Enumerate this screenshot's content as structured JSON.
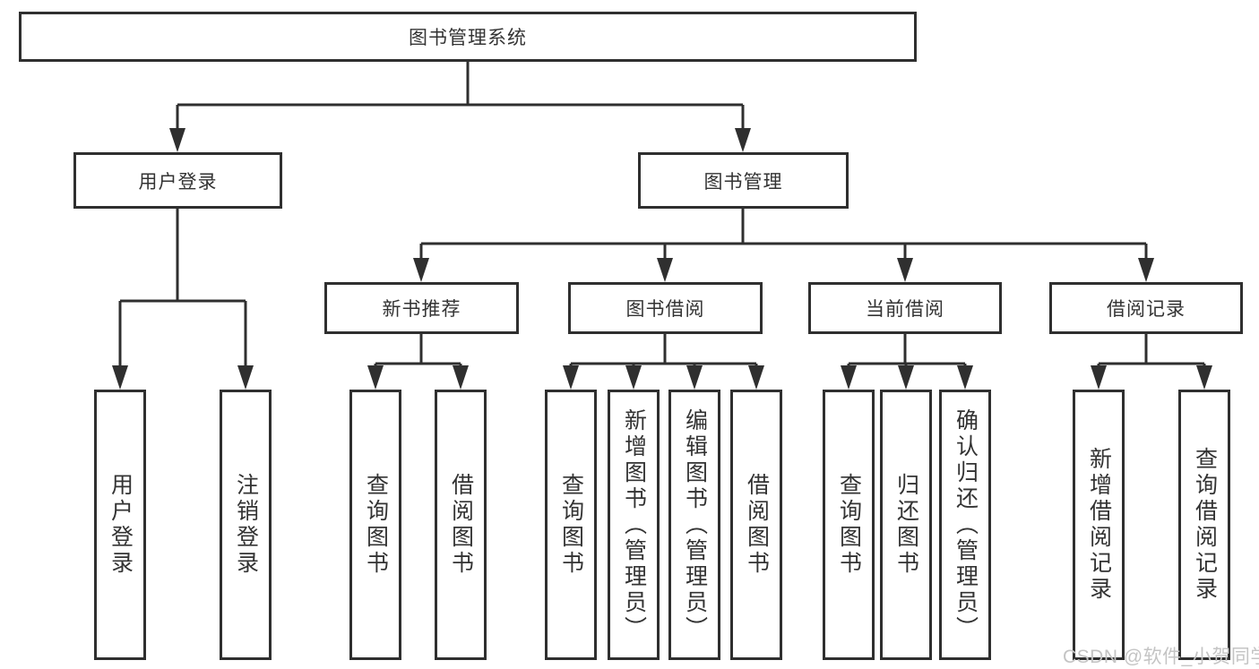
{
  "diagram": {
    "root": {
      "label": "图书管理系统"
    },
    "level2": [
      {
        "label": "用户登录"
      },
      {
        "label": "图书管理"
      }
    ],
    "level3": [
      {
        "label": "新书推荐"
      },
      {
        "label": "图书借阅"
      },
      {
        "label": "当前借阅"
      },
      {
        "label": "借阅记录"
      }
    ],
    "leaves": {
      "user_login": [
        {
          "label": "用户登录"
        },
        {
          "label": "注销登录"
        }
      ],
      "new_book_recommend": [
        {
          "label": "查询图书"
        },
        {
          "label": "借阅图书"
        }
      ],
      "book_borrowing": [
        {
          "label": "查询图书"
        },
        {
          "label": "新增图书（管理员）"
        },
        {
          "label": "编辑图书（管理员）"
        },
        {
          "label": "借阅图书"
        }
      ],
      "current_borrowing": [
        {
          "label": "查询图书"
        },
        {
          "label": "归还图书"
        },
        {
          "label": "确认归还（管理员）"
        }
      ],
      "borrowing_records": [
        {
          "label": "新增借阅记录"
        },
        {
          "label": "查询借阅记录"
        }
      ]
    }
  },
  "watermark": {
    "text": "CSDN @软件_小贺同学"
  },
  "colors": {
    "line": "#2f2f2f",
    "box_border": "#2f2f2f",
    "text": "#333333",
    "watermark": "#c4c4c4",
    "background": "#ffffff"
  }
}
